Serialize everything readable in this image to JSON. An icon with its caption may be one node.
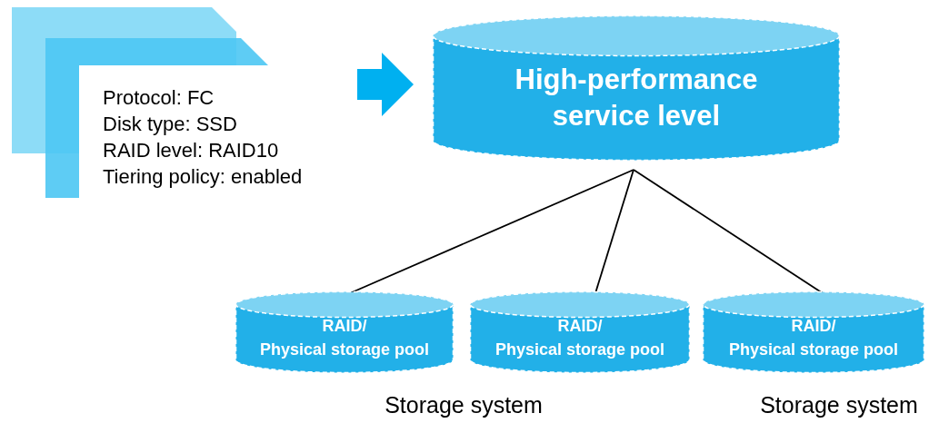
{
  "diagram": {
    "nodes": [
      {
        "text": [
          "Protocol: FC",
          "Disk type: SSD",
          "RAID level: RAID10",
          "Tiering policy: enabled"
        ]
      },
      {
        "text": [
          "High-performance service level"
        ]
      },
      {
        "text": [
          "RAID/",
          "Physical storage pool"
        ]
      },
      {
        "text": [
          "RAID/",
          "Physical storage pool"
        ]
      },
      {
        "text": [
          "RAID/",
          "Physical storage pool"
        ]
      }
    ],
    "edges": [
      {
        "from": 0,
        "to": 1,
        "arrow": "to",
        "style": "thick",
        "color": "#00b0f0"
      },
      {
        "from": 1,
        "to": 2,
        "arrow": "none"
      },
      {
        "from": 1,
        "to": 3,
        "arrow": "none"
      },
      {
        "from": 1,
        "to": 4,
        "arrow": "none"
      }
    ],
    "labels": [
      "Storage system",
      "Storage system"
    ]
  }
}
